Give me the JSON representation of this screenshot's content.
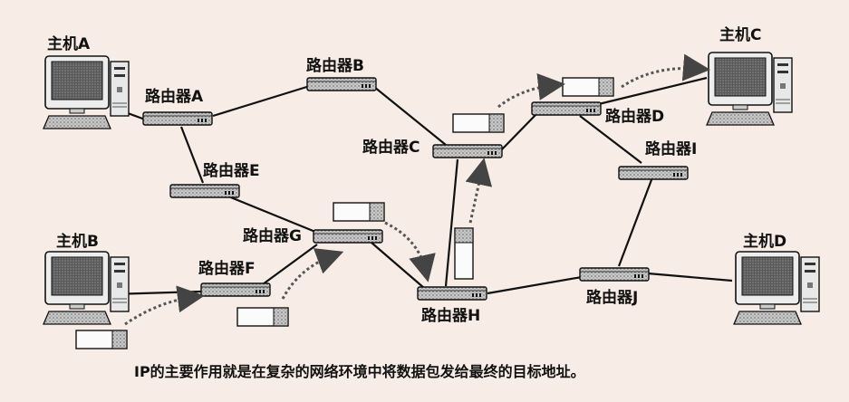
{
  "hosts": {
    "a": "主机A",
    "b": "主机B",
    "c": "主机C",
    "d": "主机D"
  },
  "routers": {
    "a": "路由器A",
    "b": "路由器B",
    "c": "路由器C",
    "d": "路由器D",
    "e": "路由器E",
    "f": "路由器F",
    "g": "路由器G",
    "h": "路由器H",
    "i": "路由器I",
    "j": "路由器J"
  },
  "caption": "IP的主要作用就是在复杂的网络环境中将数据包发给最终的目标地址。",
  "colors": {
    "background": "#f7ede6",
    "device_fill": "#bdbdbd",
    "link": "#111111",
    "arrow": "#555555"
  }
}
